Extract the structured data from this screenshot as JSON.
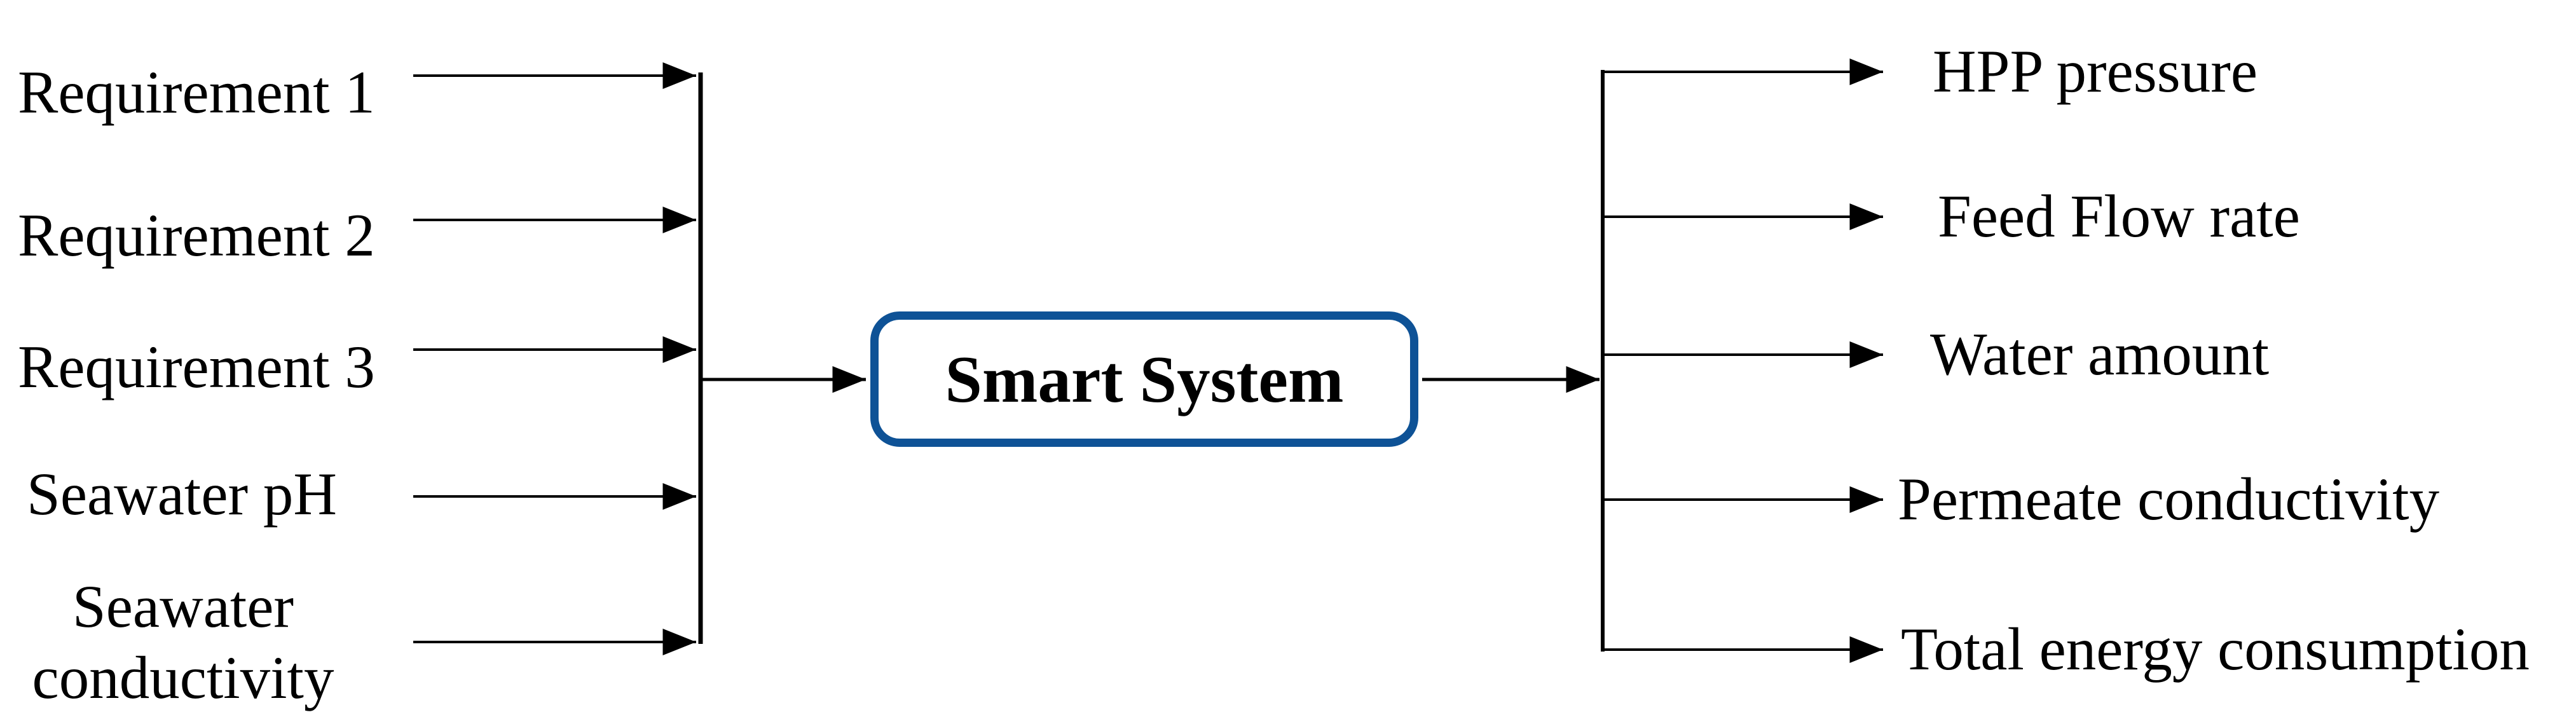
{
  "diagram": {
    "system": {
      "title": "Smart System"
    },
    "inputs": [
      {
        "label": "Requirement 1"
      },
      {
        "label": "Requirement 2"
      },
      {
        "label": "Requirement 3"
      },
      {
        "label": "Seawater pH"
      },
      {
        "label": "Seawater conductivity"
      }
    ],
    "outputs": [
      {
        "label": "HPP pressure"
      },
      {
        "label": "Feed Flow rate"
      },
      {
        "label": "Water amount"
      },
      {
        "label": "Permeate conductivity"
      },
      {
        "label": "Total energy consumption"
      }
    ],
    "colors": {
      "box_border": "#0e5296",
      "line": "#000000",
      "text": "#000000",
      "background": "#ffffff"
    }
  }
}
